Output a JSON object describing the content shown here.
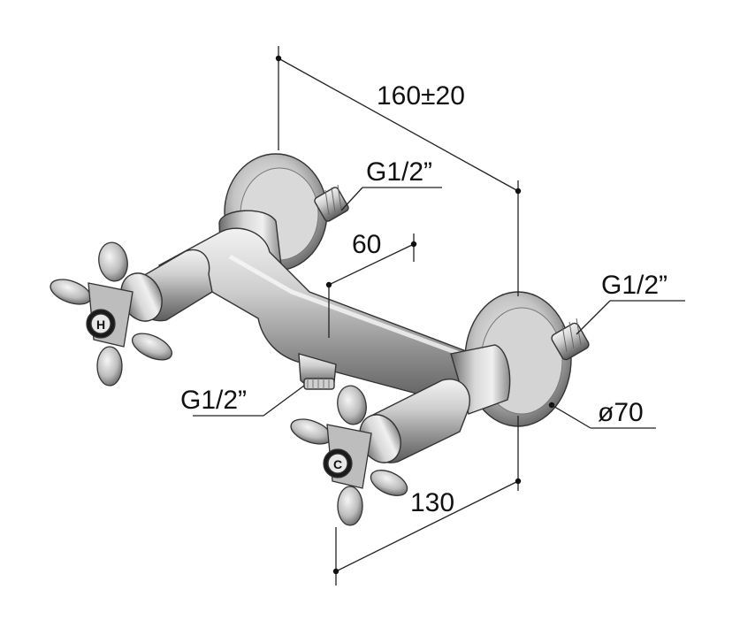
{
  "dimensions": {
    "overall_width": "160±20",
    "center_depth": "60",
    "wall_depth": "130",
    "flange_diameter": "ø70"
  },
  "threads": {
    "top_outlet": "G1/2”",
    "right_inlet": "G1/2”",
    "bottom_outlet": "G1/2”"
  },
  "handles": {
    "hot_marker": "H",
    "cold_marker": "C"
  },
  "colors": {
    "metal_light": "#e6e6e6",
    "metal_mid": "#a8a8a8",
    "metal_dark": "#5a5a5a",
    "line": "#222222"
  }
}
